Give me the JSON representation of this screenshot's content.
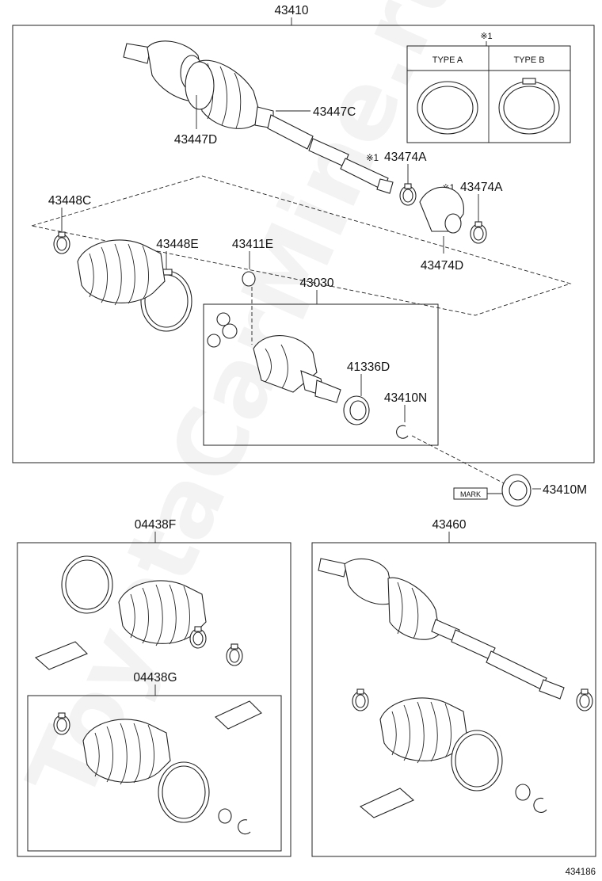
{
  "diagram": {
    "watermark": "ToyotaCarMine.ru",
    "figure_id": "434186",
    "groups": {
      "main_assembly": {
        "label": "43410",
        "parts": {
          "boot_clamp_outer_small": "43447C",
          "boot_clamp_outer_large": "43447D",
          "clamp_note_a1": "※1",
          "dust_deflector_inner": "43474A",
          "clamp_note_a2": "※1",
          "dust_deflector_outer": "43474A",
          "damper": "43474D",
          "boot_clamp_small": "43448C",
          "boot_clamp_large": "43448E",
          "snap_ring": "43411E",
          "inboard_joint": "43030",
          "oil_seal": "41336D",
          "hole_snap_ring": "43410N"
        },
        "clamp_types": {
          "header_mark": "※1",
          "type_a": "TYPE A",
          "type_b": "TYPE B"
        }
      },
      "seal": {
        "label": "43410M",
        "mark_label": "MARK"
      },
      "boot_kit_outer": {
        "label": "04438F"
      },
      "boot_kit_inner": {
        "label": "04438G"
      },
      "rear_shaft_assembly": {
        "label": "43460"
      }
    }
  }
}
